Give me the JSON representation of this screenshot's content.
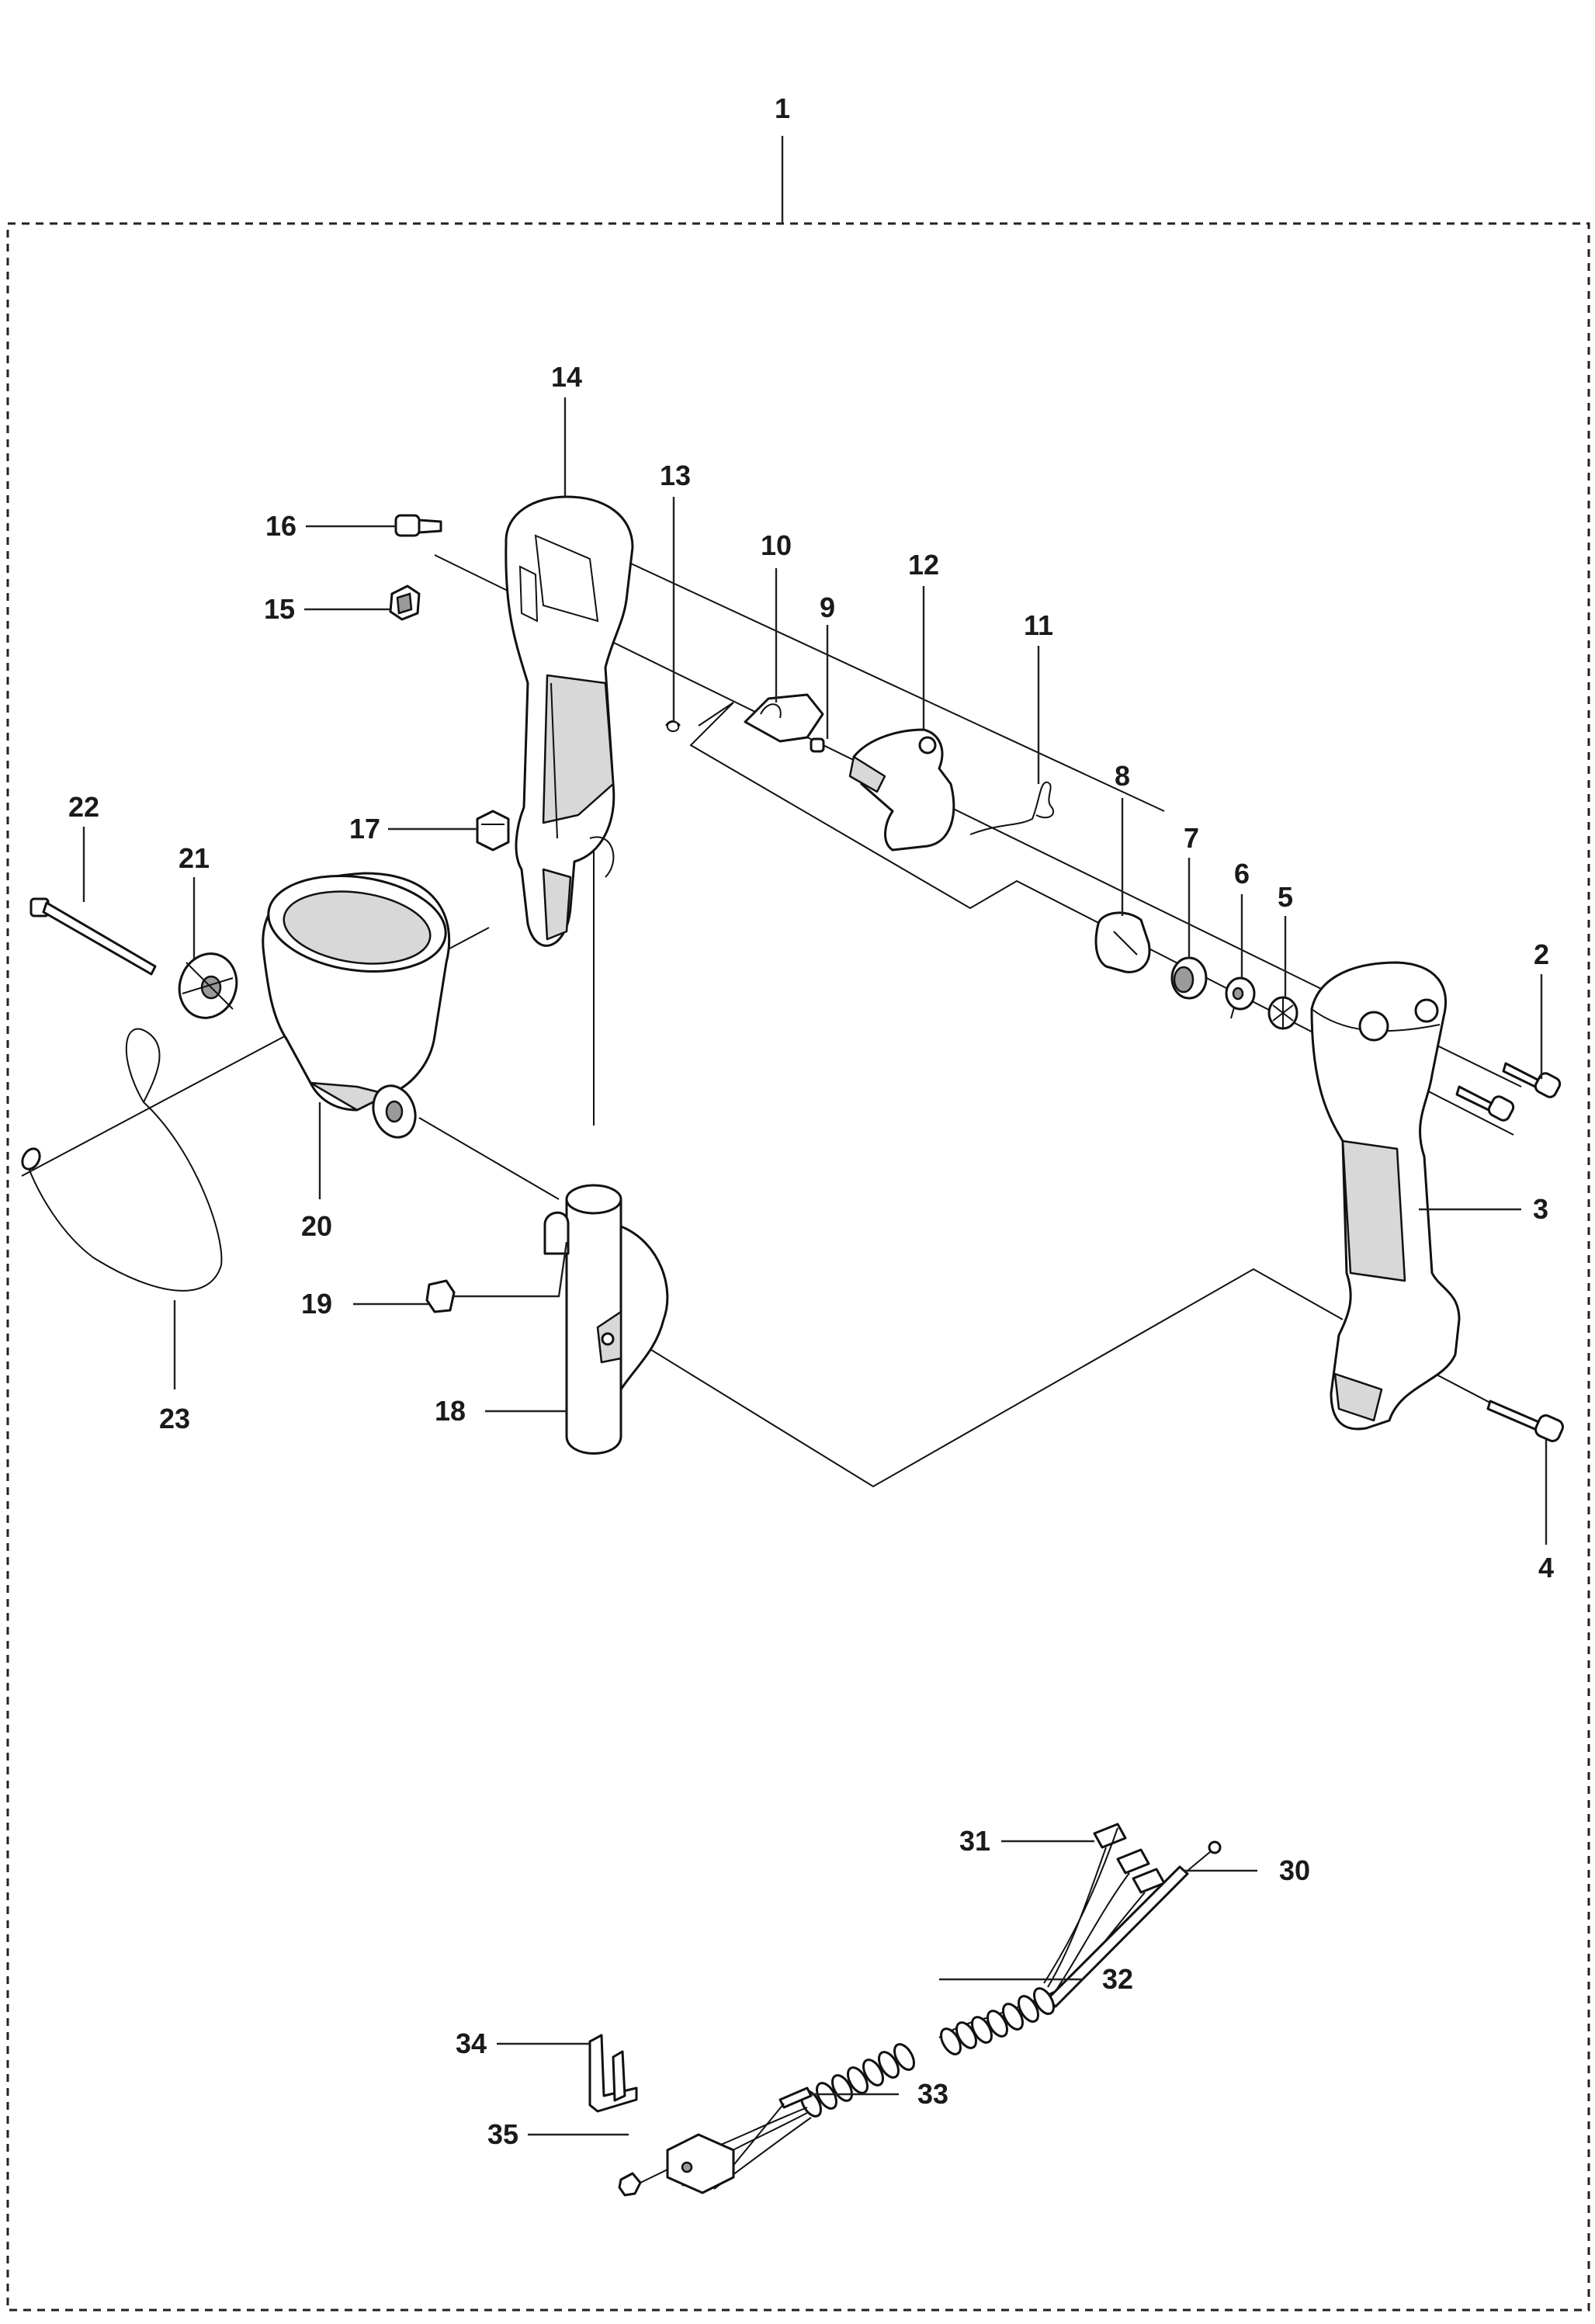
{
  "callouts": [
    {
      "id": "callout-1",
      "label": "1"
    },
    {
      "id": "callout-2",
      "label": "2"
    },
    {
      "id": "callout-3",
      "label": "3"
    },
    {
      "id": "callout-4",
      "label": "4"
    },
    {
      "id": "callout-5",
      "label": "5"
    },
    {
      "id": "callout-6",
      "label": "6"
    },
    {
      "id": "callout-7",
      "label": "7"
    },
    {
      "id": "callout-8",
      "label": "8"
    },
    {
      "id": "callout-9",
      "label": "9"
    },
    {
      "id": "callout-10",
      "label": "10"
    },
    {
      "id": "callout-11",
      "label": "11"
    },
    {
      "id": "callout-12",
      "label": "12"
    },
    {
      "id": "callout-13",
      "label": "13"
    },
    {
      "id": "callout-14",
      "label": "14"
    },
    {
      "id": "callout-15",
      "label": "15"
    },
    {
      "id": "callout-16",
      "label": "16"
    },
    {
      "id": "callout-17",
      "label": "17"
    },
    {
      "id": "callout-18",
      "label": "18"
    },
    {
      "id": "callout-19",
      "label": "19"
    },
    {
      "id": "callout-20",
      "label": "20"
    },
    {
      "id": "callout-21",
      "label": "21"
    },
    {
      "id": "callout-22",
      "label": "22"
    },
    {
      "id": "callout-23",
      "label": "23"
    },
    {
      "id": "callout-30",
      "label": "30"
    },
    {
      "id": "callout-31",
      "label": "31"
    },
    {
      "id": "callout-32",
      "label": "32"
    },
    {
      "id": "callout-33",
      "label": "33"
    },
    {
      "id": "callout-34",
      "label": "34"
    },
    {
      "id": "callout-35",
      "label": "35"
    }
  ]
}
